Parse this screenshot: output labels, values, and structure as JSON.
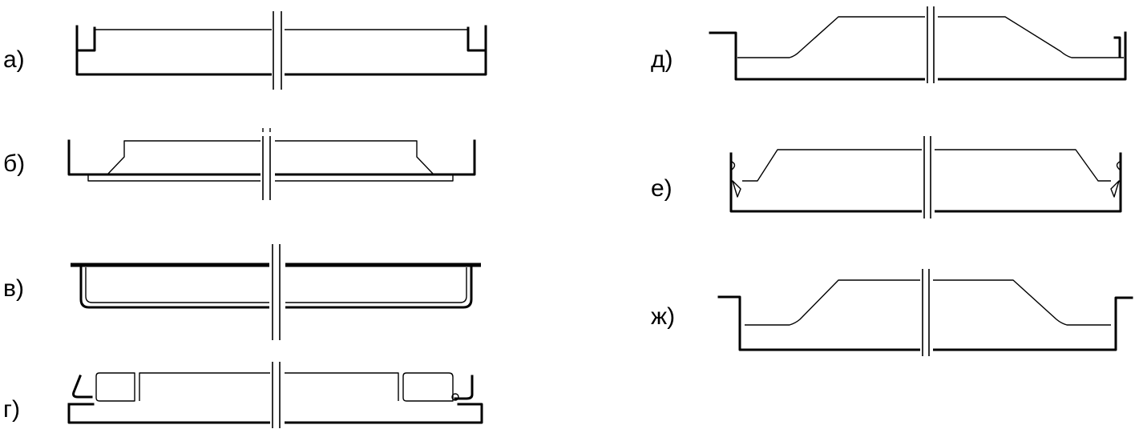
{
  "labels": {
    "a": "а)",
    "b": "б)",
    "v": "в)",
    "g": "г)",
    "d": "д)",
    "e": "е)",
    "zh": "ж)"
  }
}
